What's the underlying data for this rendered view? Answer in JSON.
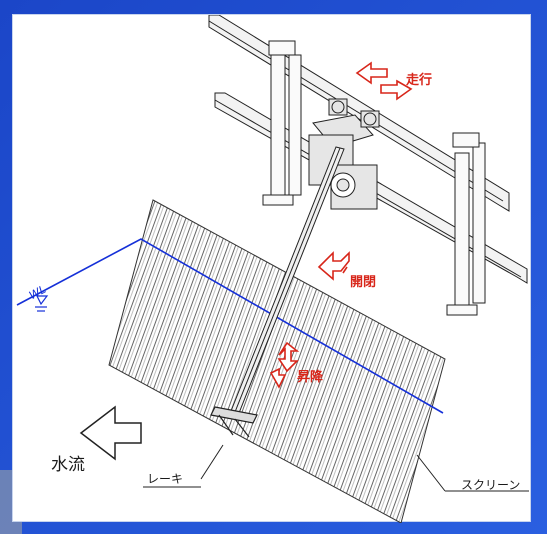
{
  "labels": {
    "travel": "走行",
    "open_close": "開閉",
    "raise_lower": "昇降",
    "water_level": "WL",
    "water_flow": "水流",
    "rake": "レーキ",
    "screen": "スクリーン"
  },
  "colors": {
    "frame_blue": "#1f4fd0",
    "panel_white": "#ffffff",
    "water_line": "#1530d8",
    "arrow_red": "#d8261a",
    "drawing_black": "#222222"
  }
}
